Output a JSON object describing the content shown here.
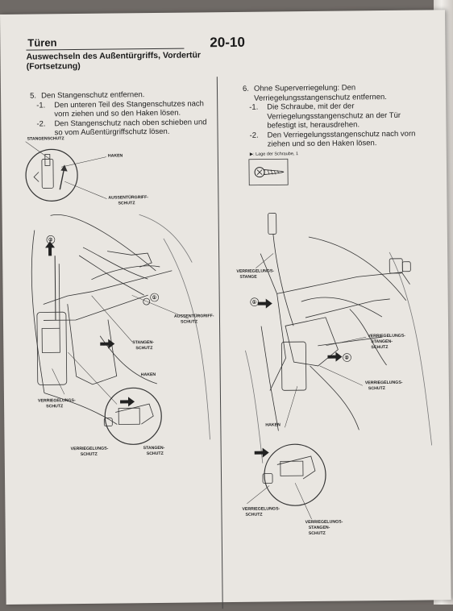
{
  "header": {
    "title": "Türen",
    "subtitle_line1": "Auswechseln des Außentürgriffs, Vordertür",
    "subtitle_line2": "(Fortsetzung)",
    "page_number": "20-10"
  },
  "left": {
    "step_number": "5.",
    "step_title": "Den Stangenschutz entfernen.",
    "substeps": [
      {
        "marker": "-1.",
        "text": "Den unteren Teil des Stangenschutzes nach vorn ziehen und so den Haken lösen."
      },
      {
        "marker": "-2.",
        "text": "Den Stangenschutz nach oben schieben und so vom Außentürgriffschutz lösen."
      }
    ],
    "labels": {
      "stangenschutz": "STANGENSCHUTZ",
      "haken_top": "HAKEN",
      "aussen_a": "AUSSENTÜRGRIFF-",
      "aussen_b": "SCHUTZ",
      "aussen2_a": "AUSSENTÜRGRIFF-",
      "aussen2_b": "SCHUTZ",
      "stangen_a": "STANGEN-",
      "stangen_b": "SCHUTZ",
      "haken_bottom": "HAKEN",
      "verr_a": "VERRIEGELUNGS-",
      "verr_b": "SCHUTZ",
      "verr2_a": "VERRIEGELUNGS-",
      "verr2_b": "SCHUTZ",
      "stangen2_a": "STANGEN-",
      "stangen2_b": "SCHUTZ",
      "callout_1": "①",
      "callout_2": "②"
    }
  },
  "right": {
    "step_number": "6.",
    "step_title": "Ohne Superverriegelung: Den Verriegelungsstangenschutz entfernen.",
    "substeps": [
      {
        "marker": "-1.",
        "text": "Die Schraube, mit der der Verriegelungsstangenschutz an der Tür befestigt ist, herausdrehen."
      },
      {
        "marker": "-2.",
        "text": "Den Verriegelungsstangenschutz nach vorn ziehen und so den Haken lösen."
      }
    ],
    "screw_note": "▶: Lage der Schraube, 1",
    "labels": {
      "vstange_a": "VERRIEGELUNGS-",
      "vstange_b": "STANGE",
      "vss_a": "VERRIEGELUNGS-",
      "vss_b": "STANGEN-",
      "vss_c": "SCHUTZ",
      "vs_a": "VERRIEGELUNGS-",
      "vs_b": "SCHUTZ",
      "haken": "HAKEN",
      "vs2_a": "VERRIEGELUNGS-",
      "vs2_b": "SCHUTZ",
      "vss2_a": "VERRIEGELUNGS-",
      "vss2_b": "STANGEN-",
      "vss2_c": "SCHUTZ",
      "callout_1": "①",
      "callout_2": "②"
    }
  }
}
